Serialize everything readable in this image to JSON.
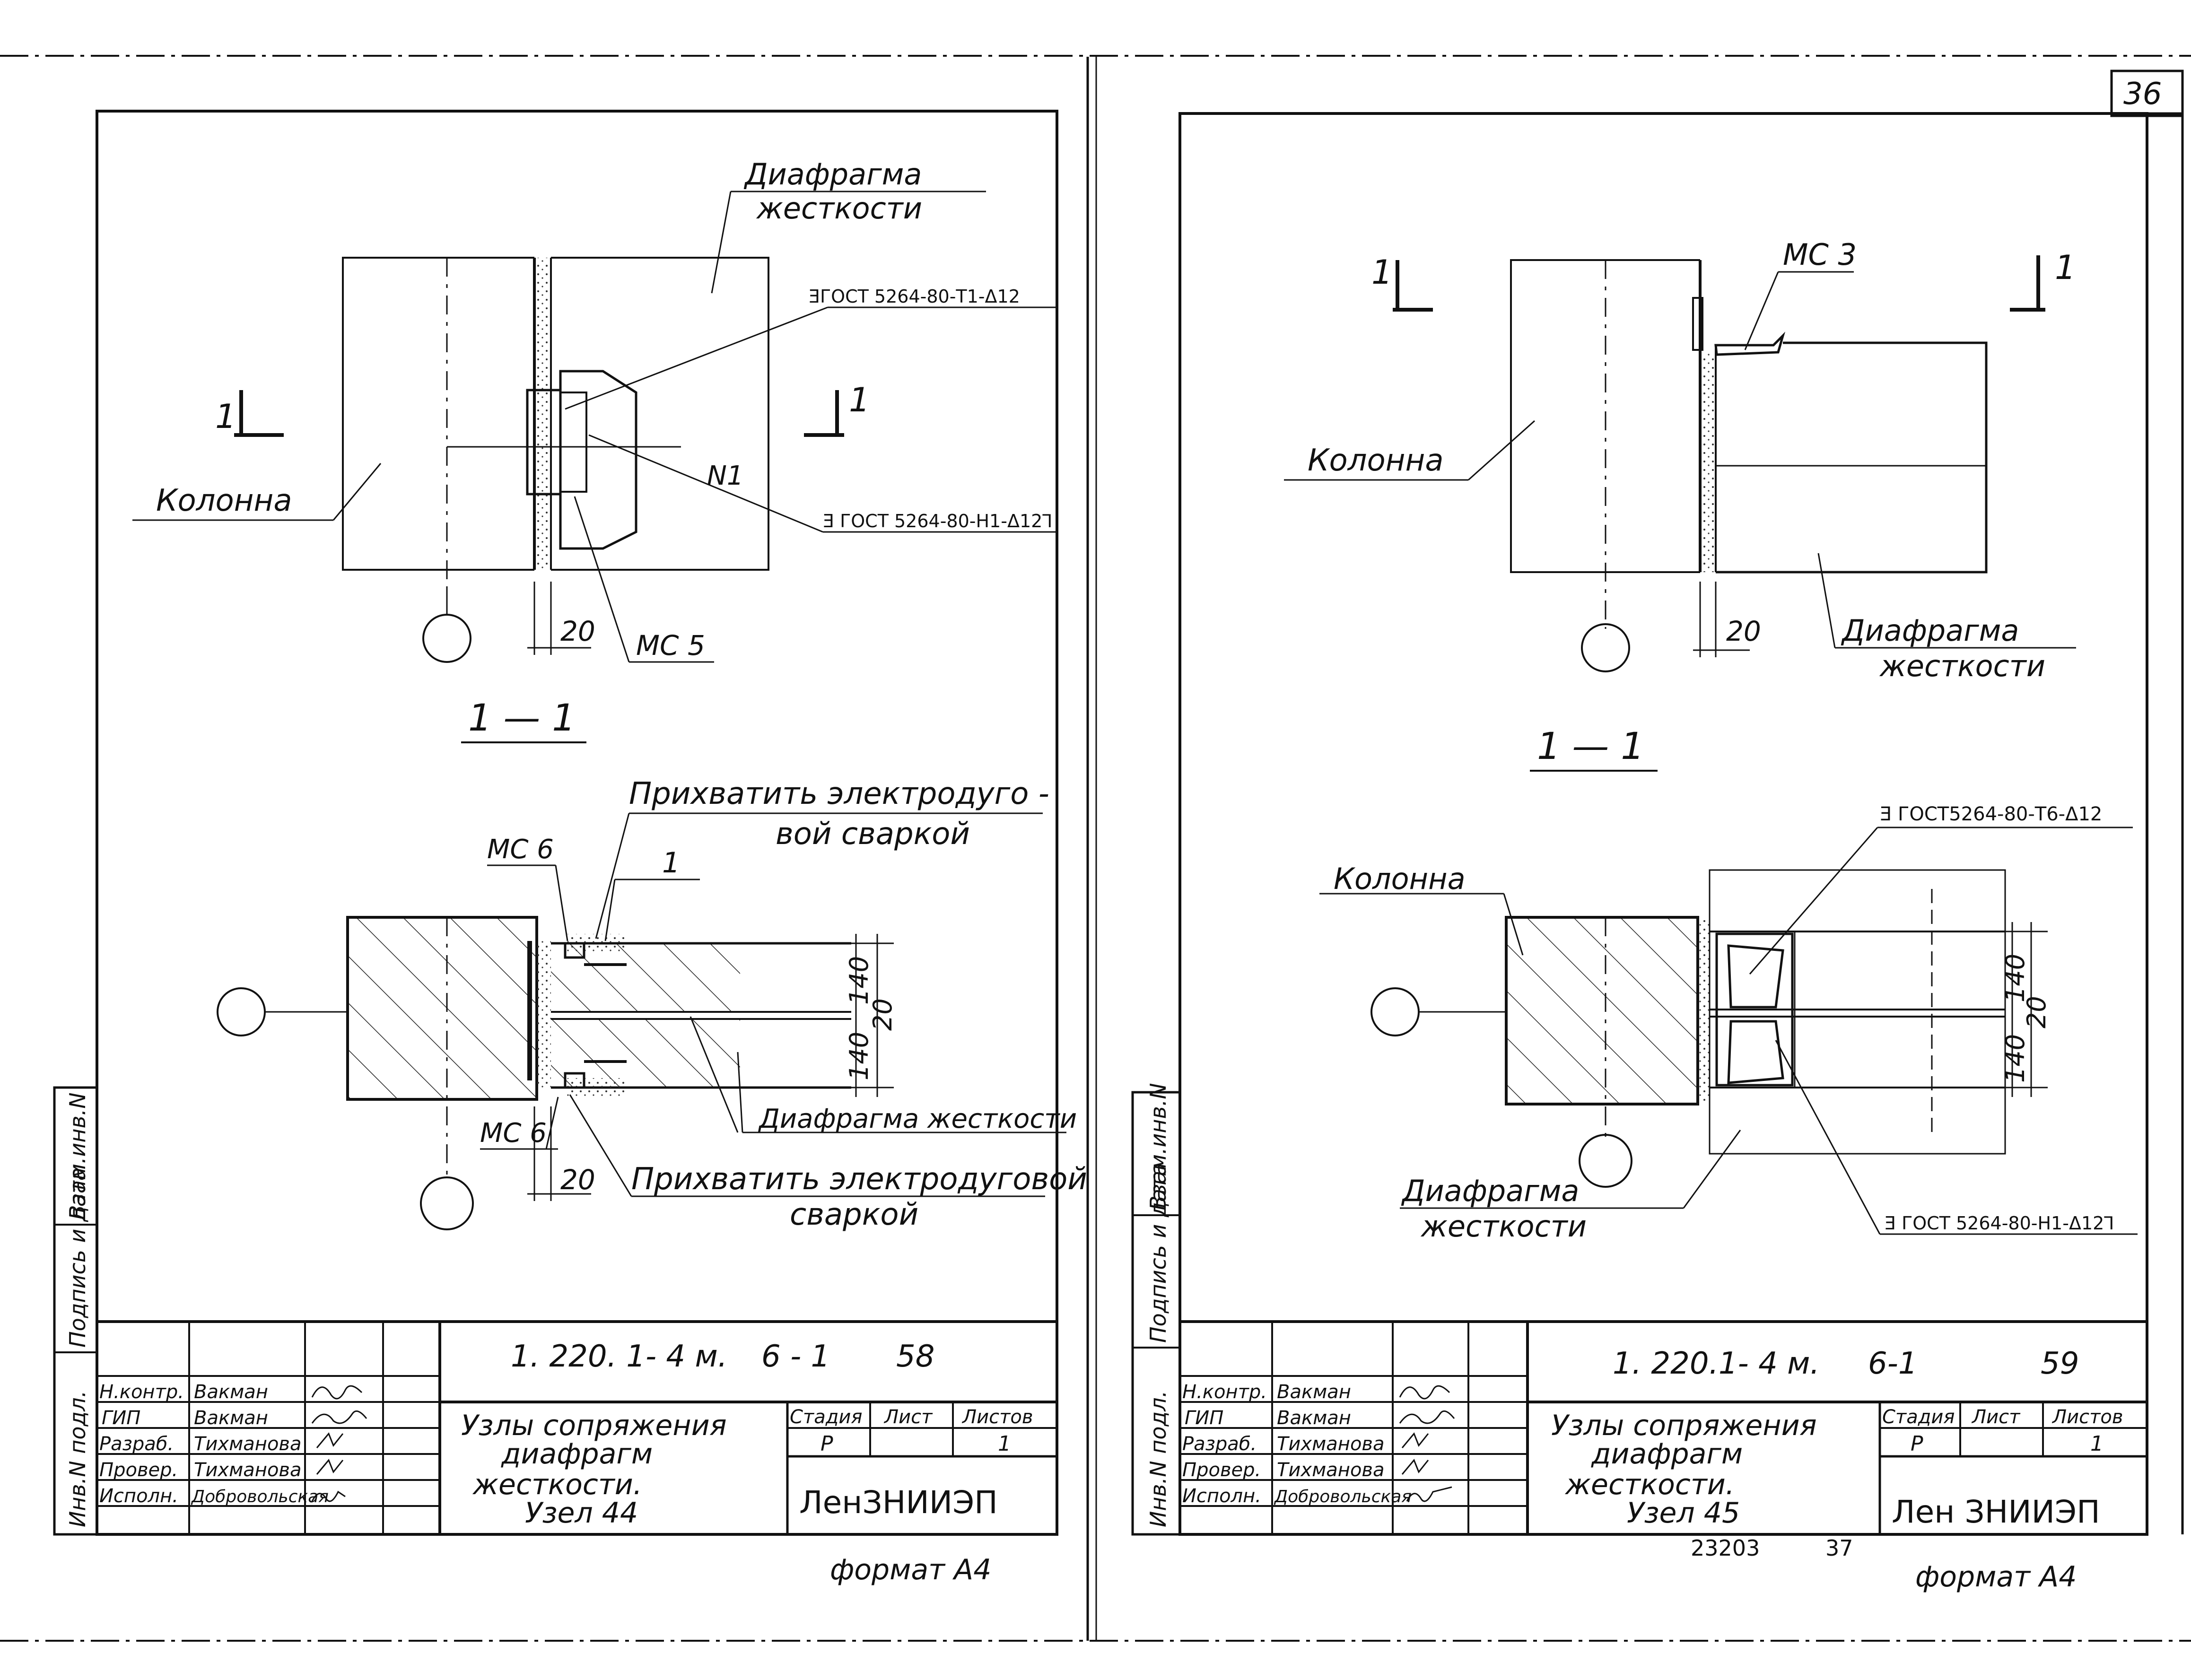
{
  "page_number": "36",
  "left": {
    "label_diaphragm_top": "Диафрагма",
    "label_diaphragm_top2": "жесткости",
    "label_gost1": "ƎГОСТ 5264-80-Т1-Δ12",
    "label_gost2": "Ǝ ГОСТ 5264-80-Н1-Δ12ꓶ",
    "label_n1": "N1",
    "label_section_mark": "1",
    "label_column": "Колонна",
    "label_dim_20": "20",
    "label_mc5": "МС 5",
    "label_section": "1 — 1",
    "label_weld_top": "Прихватить электродуго -",
    "label_weld_top2": "вой сваркой",
    "label_mc6_top": "МС 6",
    "label_pos1": "1",
    "label_dim_140a": "140",
    "label_dim_140b": "140",
    "label_dim_20_v": "20",
    "label_diaphragm_bottom": "Диафрагма жесткости",
    "label_mc6_bottom": "МС 6",
    "label_dim_20_b": "20",
    "label_weld_bottom": "Прихватить электродуговой",
    "label_weld_bottom2": "сваркой",
    "stamp": {
      "code": "1. 220. 1- 4 м.",
      "issue": "6 - 1",
      "sheet_no": "58",
      "title1": "Узлы сопряжения",
      "title2": "диафрагм",
      "title3": "жесткости.",
      "title4": "Узел 44",
      "stage_h": "Стадия",
      "sheet_h": "Лист",
      "sheets_h": "Листов",
      "stage": "Р",
      "sheets": "1",
      "org": "ЛенЗНИИЭП",
      "roles": [
        "Н.контр.",
        "ГИП",
        "Разраб.",
        "Провер.",
        "Исполн."
      ],
      "names": [
        "Вакман",
        "Вакман",
        "Тихманова",
        "Тихманова",
        "Добровольская"
      ]
    },
    "side_labels": [
      "Инв.N подл.",
      "Подпись и дата",
      "Взам.инв.N"
    ],
    "format": "формат А4"
  },
  "right": {
    "label_mc3": "МС 3",
    "label_section_mark": "1",
    "label_column": "Колонна",
    "label_dim_20": "20",
    "label_diaphragm": "Диафрагма",
    "label_diaphragm2": "жесткости",
    "label_section": "1 — 1",
    "label_gost1": "Ǝ ГОСТ5264-80-Т6-Δ12",
    "label_column2": "Колонна",
    "label_dim_140a": "140",
    "label_dim_140b": "140",
    "label_dim_20_v": "20",
    "label_diaphragm_b": "Диафрагма",
    "label_diaphragm_b2": "жесткости",
    "label_gost2": "Ǝ ГОСТ 5264-80-Н1-Δ12ꓶ",
    "stamp": {
      "code": "1. 220.1- 4 м.",
      "issue": "6-1",
      "sheet_no": "59",
      "title1": "Узлы сопряжения",
      "title2": "диафрагм",
      "title3": "жесткости.",
      "title4": "Узел 45",
      "stage_h": "Стадия",
      "sheet_h": "Лист",
      "sheets_h": "Листов",
      "stage": "Р",
      "sheets": "1",
      "org": "Лен ЗНИИЭП",
      "roles": [
        "Н.контр.",
        "ГИП",
        "Разраб.",
        "Провер.",
        "Исполн."
      ],
      "names": [
        "Вакман",
        "Вакман",
        "Тихманова",
        "Тихманова",
        "Добровольская"
      ]
    },
    "side_labels": [
      "Инв.N подл.",
      "Подпись и дата",
      "Взам.инв.N"
    ],
    "footer_num1": "23203",
    "footer_num2": "37",
    "format": "формат А4"
  }
}
